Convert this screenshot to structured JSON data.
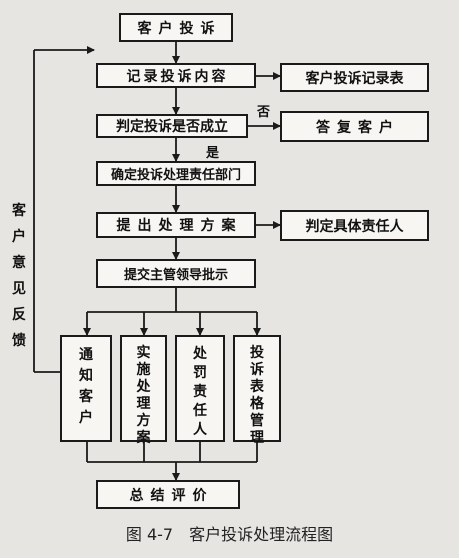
{
  "nodes": {
    "complaint": "客户投诉",
    "record": "记录投诉内容",
    "record_table": "客户投诉记录表",
    "judge": "判定投诉是否成立",
    "reply": "答复客户",
    "dept": "确定投诉处理责任部门",
    "plan": "提出处理方案",
    "person": "判定具体责任人",
    "submit": "提交主管领导批示",
    "notify": "通知客户",
    "implement": "实施处理方案",
    "punish": "处罚责任人",
    "form": "投诉表格管理",
    "summary": "总结评价"
  },
  "labels": {
    "no": "否",
    "yes": "是",
    "feedback": "客户意见反馈"
  },
  "caption": "图 4-7　客户投诉处理流程图"
}
